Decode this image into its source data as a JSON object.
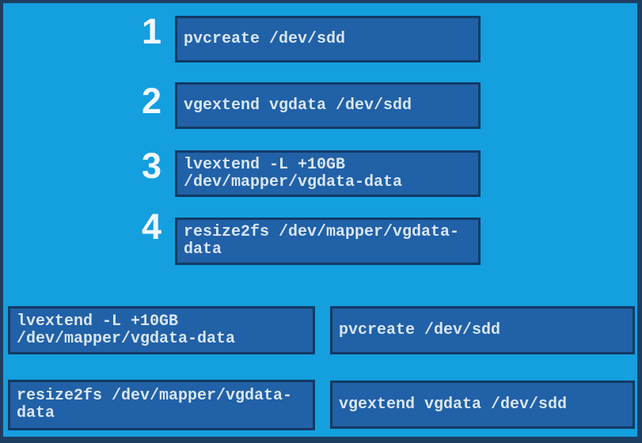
{
  "question_type": "drag-and-drop-command-ordering",
  "slots": [
    {
      "number": "1",
      "command": "pvcreate /dev/sdd"
    },
    {
      "number": "2",
      "command": "vgextend vgdata /dev/sdd"
    },
    {
      "number": "3",
      "command": "lvextend -L +10GB\n/dev/mapper/vgdata-data"
    },
    {
      "number": "4",
      "command": "resize2fs /dev/mapper/vgdata-\ndata"
    }
  ],
  "options": [
    {
      "command": "lvextend -L +10GB\n/dev/mapper/vgdata-data"
    },
    {
      "command": "pvcreate /dev/sdd"
    },
    {
      "command": "resize2fs /dev/mapper/vgdata-\ndata"
    },
    {
      "command": "vgextend vgdata /dev/sdd"
    }
  ],
  "colors": {
    "background": "#149fdf",
    "box_fill": "#2161a7",
    "box_border": "#123a63",
    "outer_border": "#1e3e61",
    "command_text": "#d9e6f4",
    "number_text": "#f3f8fd"
  }
}
